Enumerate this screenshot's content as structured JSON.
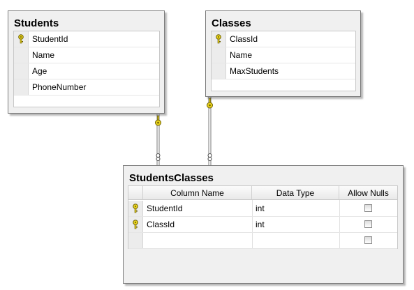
{
  "students": {
    "title": "Students",
    "rows": [
      {
        "name": "StudentId",
        "key": true
      },
      {
        "name": "Name",
        "key": false
      },
      {
        "name": "Age",
        "key": false
      },
      {
        "name": "PhoneNumber",
        "key": false
      }
    ]
  },
  "classes": {
    "title": "Classes",
    "rows": [
      {
        "name": "ClassId",
        "key": true
      },
      {
        "name": "Name",
        "key": false
      },
      {
        "name": "MaxStudents",
        "key": false
      }
    ]
  },
  "students_classes": {
    "title": "StudentsClasses",
    "headers": {
      "column_name": "Column Name",
      "data_type": "Data Type",
      "allow_nulls": "Allow Nulls"
    },
    "rows": [
      {
        "name": "StudentId",
        "type": "int",
        "key": true,
        "allow_nulls": false
      },
      {
        "name": "ClassId",
        "type": "int",
        "key": true,
        "allow_nulls": false
      },
      {
        "name": "",
        "type": "",
        "key": false,
        "allow_nulls": false
      }
    ]
  },
  "colors": {
    "key_icon": "#e8d21c",
    "connector": "#7a7a7a"
  }
}
